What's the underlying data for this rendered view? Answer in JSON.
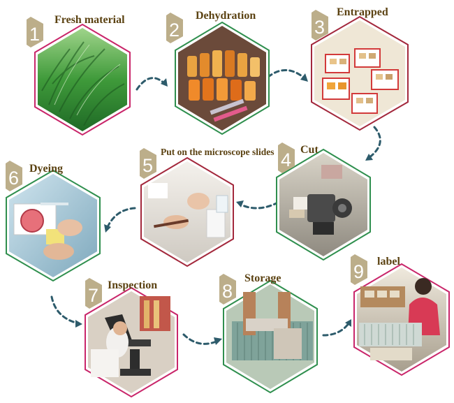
{
  "steps": [
    {
      "number": "1",
      "title": "Fresh material",
      "photo": "green-grass-blades",
      "border_color": "#c9266a"
    },
    {
      "number": "2",
      "title": "Dehydration",
      "photo": "jars-with-orange-liquid",
      "border_color": "#2f8f4e"
    },
    {
      "number": "3",
      "title": "Entrapped",
      "photo": "paraffin-blocks-in-trays",
      "border_color": "#a3283c"
    },
    {
      "number": "4",
      "title": "Cut",
      "photo": "microtome-cutting",
      "border_color": "#2f8f4e"
    },
    {
      "number": "5",
      "title": "Put on the microscope slides",
      "photo": "hands-placing-slides",
      "border_color": "#a3283c"
    },
    {
      "number": "6",
      "title": "Dyeing",
      "photo": "staining-dishes",
      "border_color": "#2f8f4e"
    },
    {
      "number": "7",
      "title": "Inspection",
      "photo": "person-at-microscope",
      "border_color": "#c9266a"
    },
    {
      "number": "8",
      "title": "Storage",
      "photo": "slide-storage-boxes",
      "border_color": "#2f8f4e"
    },
    {
      "number": "9",
      "title": "label",
      "photo": "worker-labeling-slides",
      "border_color": "#c9266a"
    }
  ],
  "colors": {
    "badge": "#bcae8a",
    "title": "#5b4212",
    "arrow": "#2d5b6b"
  }
}
